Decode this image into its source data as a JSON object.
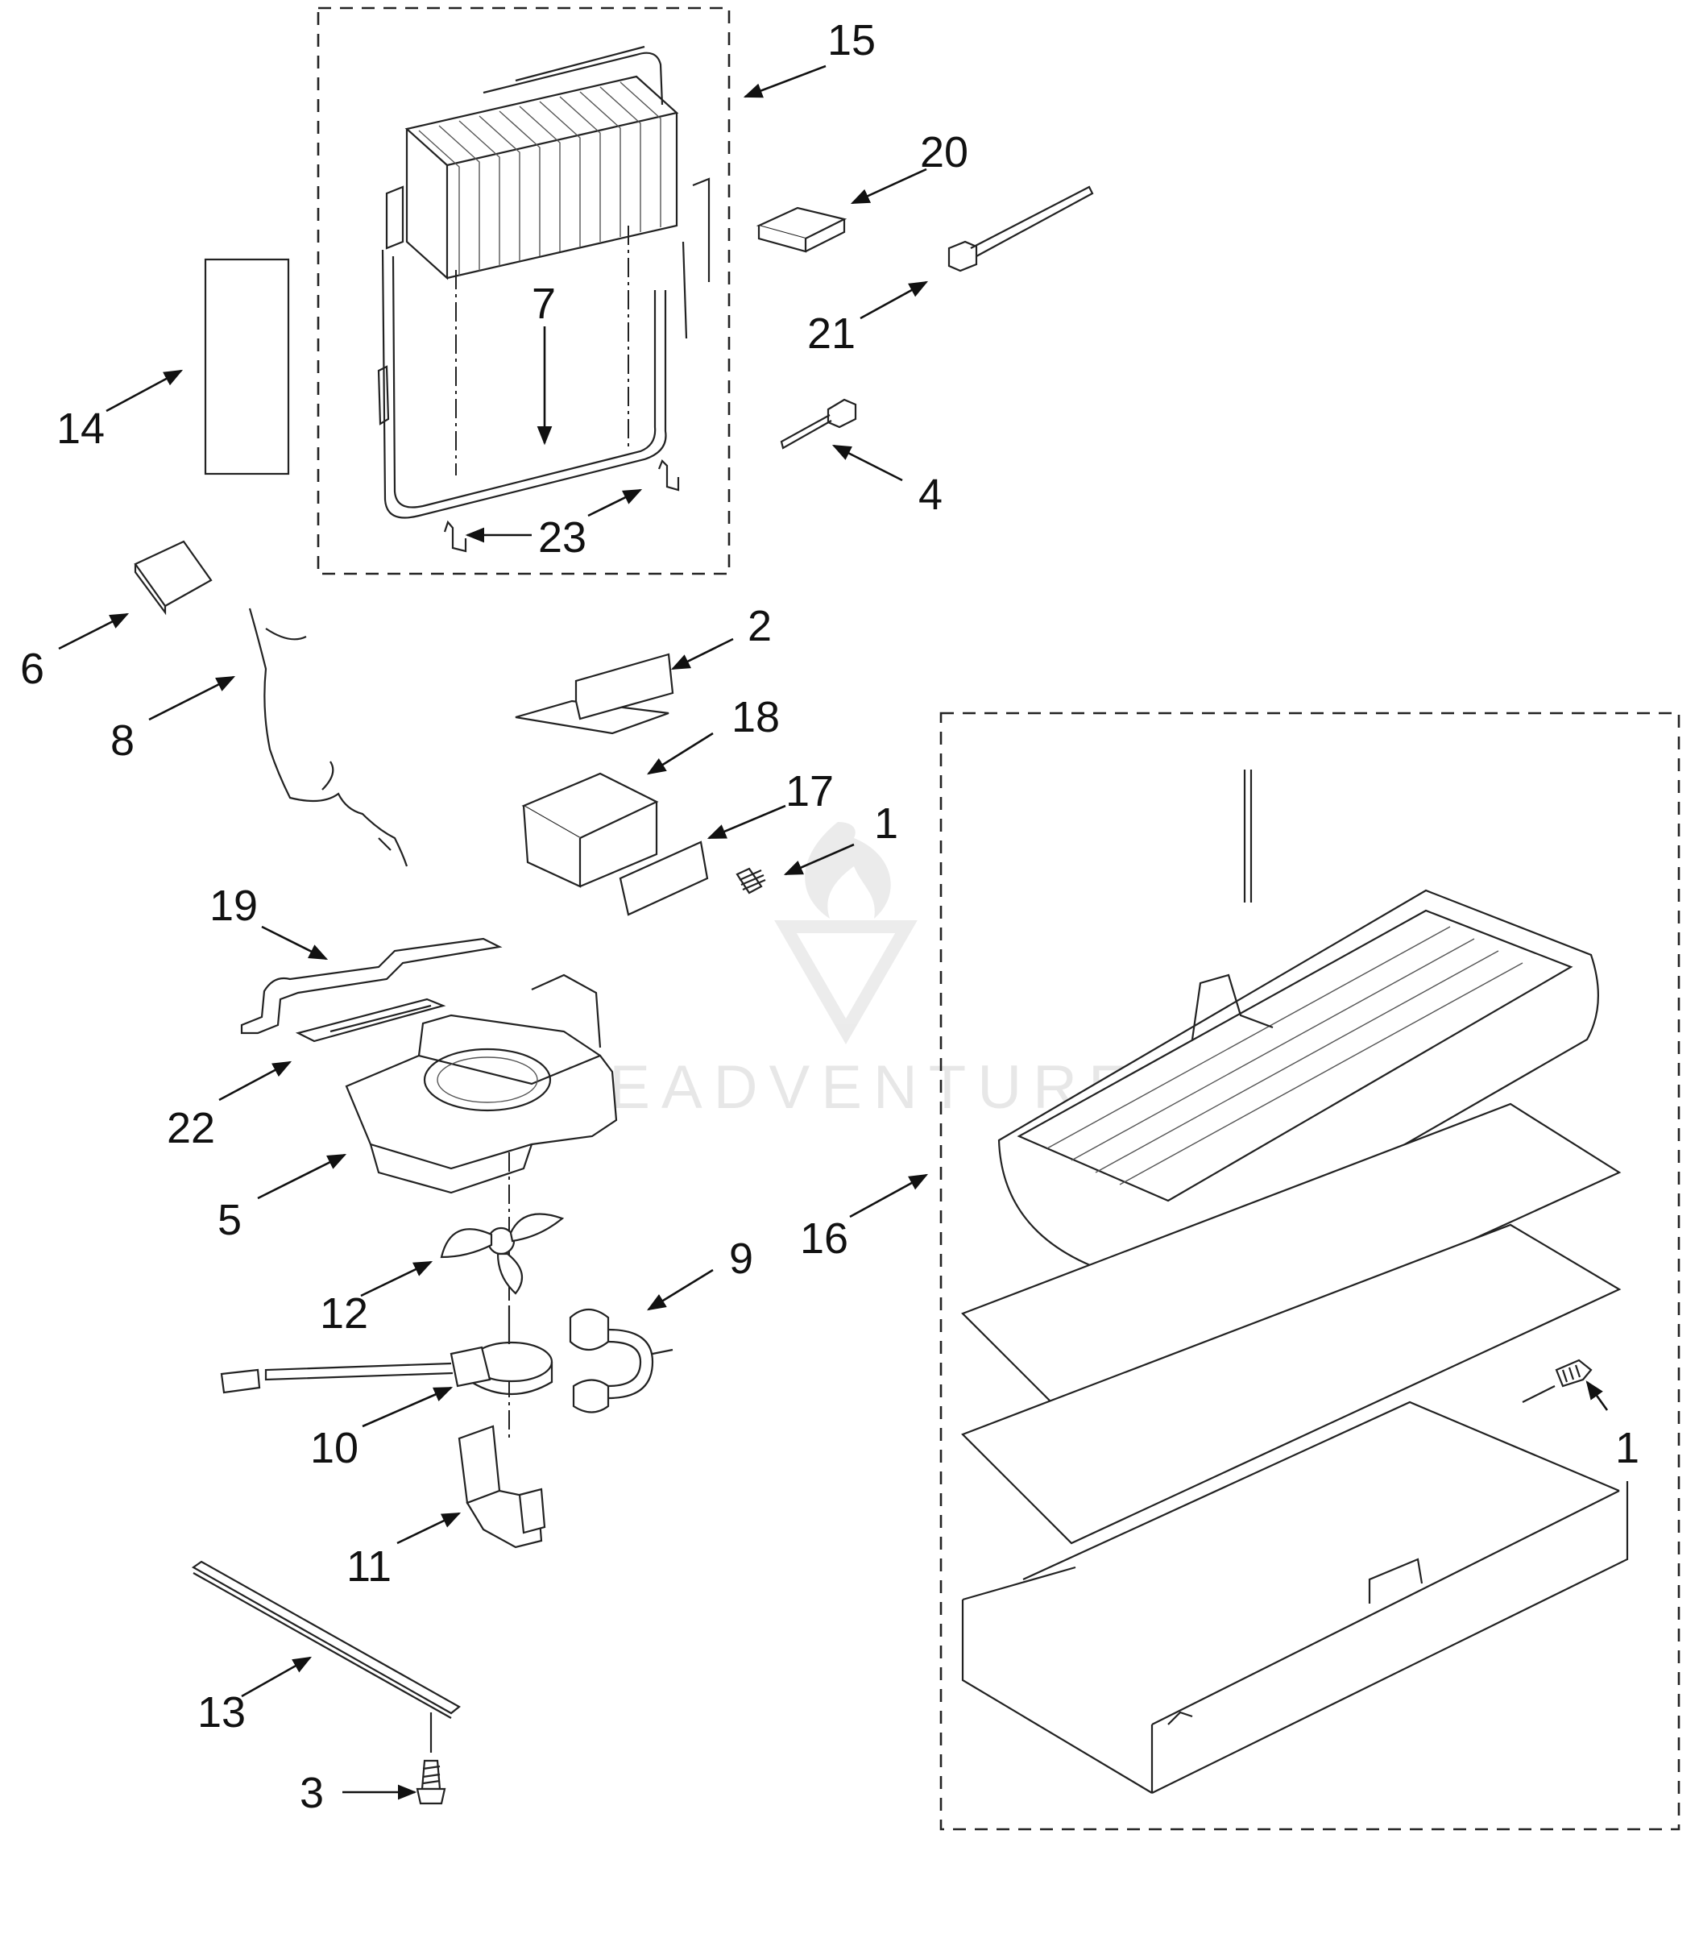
{
  "watermark": "LEADVENTURE",
  "callouts": [
    {
      "id": "15",
      "label": "15"
    },
    {
      "id": "20",
      "label": "20"
    },
    {
      "id": "21",
      "label": "21"
    },
    {
      "id": "14",
      "label": "14"
    },
    {
      "id": "7",
      "label": "7"
    },
    {
      "id": "4",
      "label": "4"
    },
    {
      "id": "23",
      "label": "23"
    },
    {
      "id": "6",
      "label": "6"
    },
    {
      "id": "2",
      "label": "2"
    },
    {
      "id": "8",
      "label": "8"
    },
    {
      "id": "18",
      "label": "18"
    },
    {
      "id": "17",
      "label": "17"
    },
    {
      "id": "1a",
      "label": "1"
    },
    {
      "id": "19",
      "label": "19"
    },
    {
      "id": "22",
      "label": "22"
    },
    {
      "id": "5",
      "label": "5"
    },
    {
      "id": "16",
      "label": "16"
    },
    {
      "id": "9",
      "label": "9"
    },
    {
      "id": "12",
      "label": "12"
    },
    {
      "id": "1b",
      "label": "1"
    },
    {
      "id": "10",
      "label": "10"
    },
    {
      "id": "11",
      "label": "11"
    },
    {
      "id": "13",
      "label": "13"
    },
    {
      "id": "3",
      "label": "3"
    }
  ]
}
